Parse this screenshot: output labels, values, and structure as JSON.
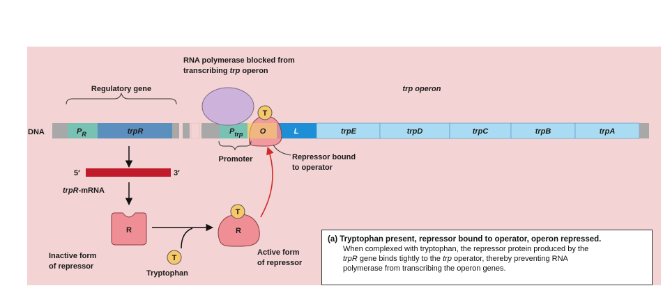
{
  "labels": {
    "dna": "DNA",
    "regulatory_gene": "Regulatory gene",
    "operon": "trp operon",
    "pr_main": "P",
    "pr_sub": "R",
    "trpR": "trpR",
    "ptrp_main": "P",
    "ptrp_sub": "trp",
    "operator": "O",
    "leader": "L",
    "trpE": "trpE",
    "trpD": "trpD",
    "trpC": "trpC",
    "trpB": "trpB",
    "trpA": "trpA",
    "polymerase_line1": "RNA polymerase blocked from",
    "polymerase_line2_pre": "transcribing ",
    "polymerase_line2_gene": "trp",
    "polymerase_line2_post": " operon",
    "promoter": "Promoter",
    "bound_line1": "Repressor bound",
    "bound_line2": "to operator",
    "five_prime": "5′",
    "three_prime": "3′",
    "mrna_gene": "trpR",
    "mrna_suffix": "-mRNA",
    "repressor_letter": "R",
    "tryptophan_letter": "T",
    "inactive_line1": "Inactive form",
    "inactive_line2": "of repressor",
    "active_line1": "Active form",
    "active_line2": "of repressor",
    "tryptophan": "Tryptophan"
  },
  "caption": {
    "heading": "(a) Tryptophan present, repressor bound to operator, operon repressed.",
    "body_1": "When complexed with tryptophan, the repressor protein produced by the",
    "body_2_gene1": "trpR",
    "body_2_mid": " gene binds tightly to the ",
    "body_2_gene2": "trp",
    "body_2_post": " operator, thereby preventing RNA",
    "body_3": "polymerase from transcribing the operon genes."
  },
  "colors": {
    "panel": "#f3d3d3",
    "dna_gray": "#a8a8a8",
    "promoter_teal": "#78c2b4",
    "trpR_blue": "#5b8fbe",
    "operon_light_blue": "#a9dcf3",
    "leader_blue": "#1e8fd6",
    "operator_yellow": "#f2cf73",
    "repressor_pink": "#ef8f95",
    "polymerase_lavender": "#cdb3db",
    "mrna_red": "#c01a2b",
    "tryptophan_yellow": "#f7c86a",
    "arrow_red": "#d12a2a"
  }
}
